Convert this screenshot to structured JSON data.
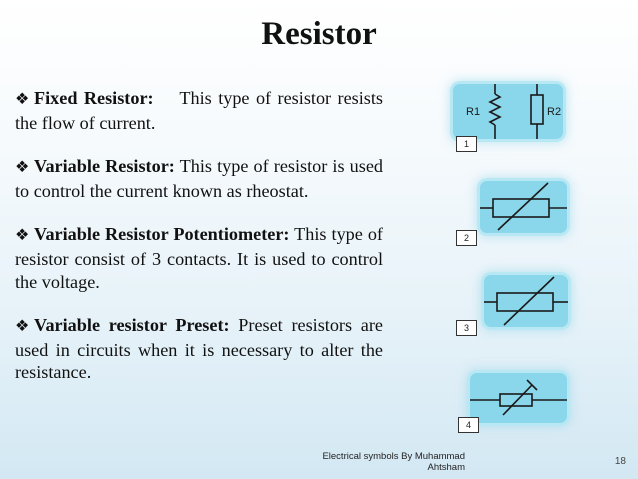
{
  "slide": {
    "title": "Resistor",
    "paragraphs": [
      {
        "heading": "Fixed Resistor:",
        "text": "This type of resistor resists the flow of current."
      },
      {
        "heading": "Variable Resistor:",
        "text": "This type of resistor is used to control the current known as rheostat."
      },
      {
        "heading": "Variable Resistor Potentiometer:",
        "text": "This type of resistor consist of 3 contacts. It is used to control the voltage."
      },
      {
        "heading": "Variable resistor Preset:",
        "text": "Preset resistors are used in circuits when it is necessary to alter the resistance."
      }
    ],
    "bullet_icon": "diamond-bullet-icon",
    "figures": [
      {
        "number": "1",
        "labels": {
          "left": "R1",
          "right": "R2"
        }
      },
      {
        "number": "2"
      },
      {
        "number": "3"
      },
      {
        "number": "4"
      }
    ],
    "footer": {
      "credit": "Electrical symbols By Muhammad Ahtsham",
      "slide_number": "18"
    },
    "colors": {
      "figure_background": "#8ad6ea",
      "figure_glow": "#b8e8f4"
    }
  }
}
